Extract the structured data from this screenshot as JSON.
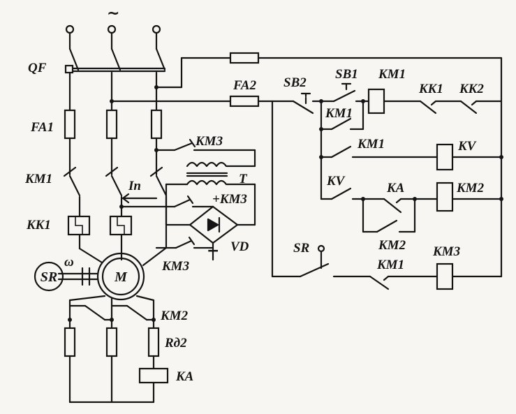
{
  "labels": {
    "ac_symbol": "~",
    "qf": "QF",
    "fa1": "FA1",
    "fa2": "FA2",
    "km1": "KM1",
    "km2": "KM2",
    "km3": "KM3",
    "km3_plus": "+KM3",
    "kk1": "KK1",
    "kk2": "KK2",
    "t": "T",
    "current": "Iп",
    "vd": "VD",
    "minus": "−",
    "m": "M",
    "sr": "SR",
    "omega": "ω",
    "rd2": "Rд2",
    "ka": "KA",
    "kv": "KV",
    "sb1": "SB1",
    "sb2": "SB2"
  }
}
